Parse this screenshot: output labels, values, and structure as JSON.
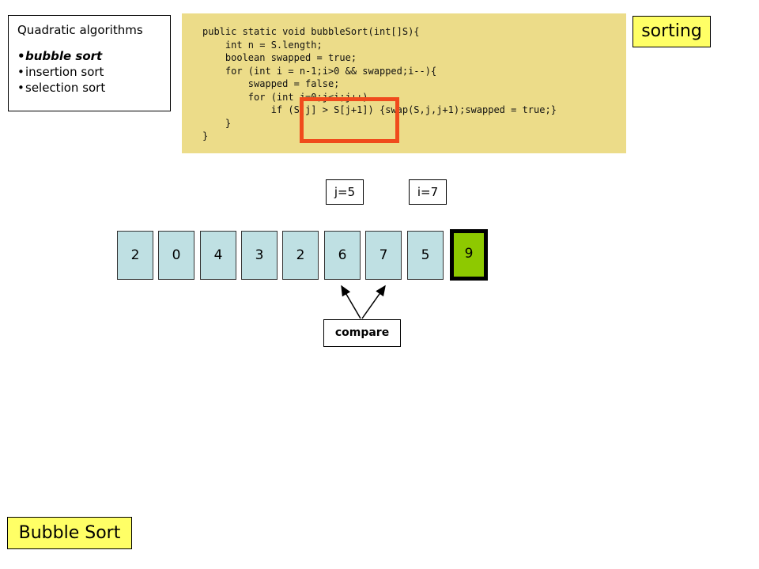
{
  "algorithms": {
    "title": "Quadratic algorithms",
    "items": [
      {
        "label": "bubble sort",
        "active": true
      },
      {
        "label": "insertion sort",
        "active": false
      },
      {
        "label": "selection sort",
        "active": false
      }
    ]
  },
  "code": {
    "lines": [
      "public static void bubbleSort(int[]S){",
      "    int n = S.length;",
      "    boolean swapped = true;",
      "    for (int i = n-1;i>0 && swapped;i--){",
      "        swapped = false;",
      "        for (int j=0;j<i;j++)",
      "            if (S[j] > S[j+1]) {swap(S,j,j+1);swapped = true;}",
      "    }",
      "}"
    ]
  },
  "topic": "sorting",
  "variables": {
    "j": "j=5",
    "i": "i=7"
  },
  "array": [
    "2",
    "0",
    "4",
    "3",
    "2",
    "6",
    "7",
    "5",
    "9"
  ],
  "compare_label": "compare",
  "slide_title": "Bubble Sort",
  "colors": {
    "cell": "#bfe0e3",
    "sorted_cell": "#8ec900",
    "code_bg": "#ecdc89",
    "highlight": "#f04b1c",
    "label_bg": "#ffff66"
  }
}
